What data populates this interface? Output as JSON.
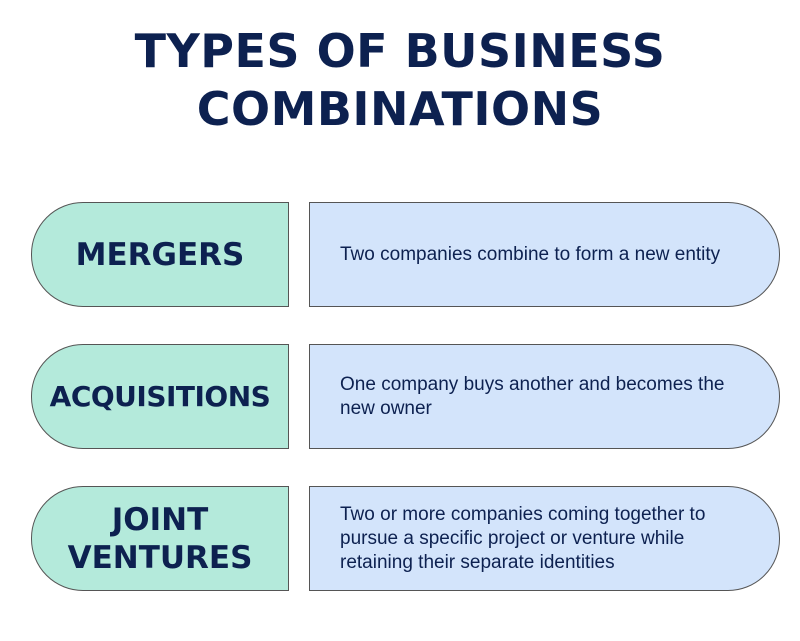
{
  "title": {
    "line1": "TYPES OF BUSINESS",
    "line2": "COMBINATIONS"
  },
  "colors": {
    "title_text": "#0d2150",
    "left_fill": "#b4eadb",
    "right_fill": "#d3e4fb",
    "border": "#555555"
  },
  "items": [
    {
      "label": "MERGERS",
      "description": "Two companies combine to form a new entity"
    },
    {
      "label": "ACQUISITIONS",
      "description": "One company buys another and becomes the new owner"
    },
    {
      "label_line1": "JOINT",
      "label_line2": "VENTURES",
      "description": "Two or more companies coming together to pursue a specific project or venture while retaining their separate identities"
    }
  ]
}
